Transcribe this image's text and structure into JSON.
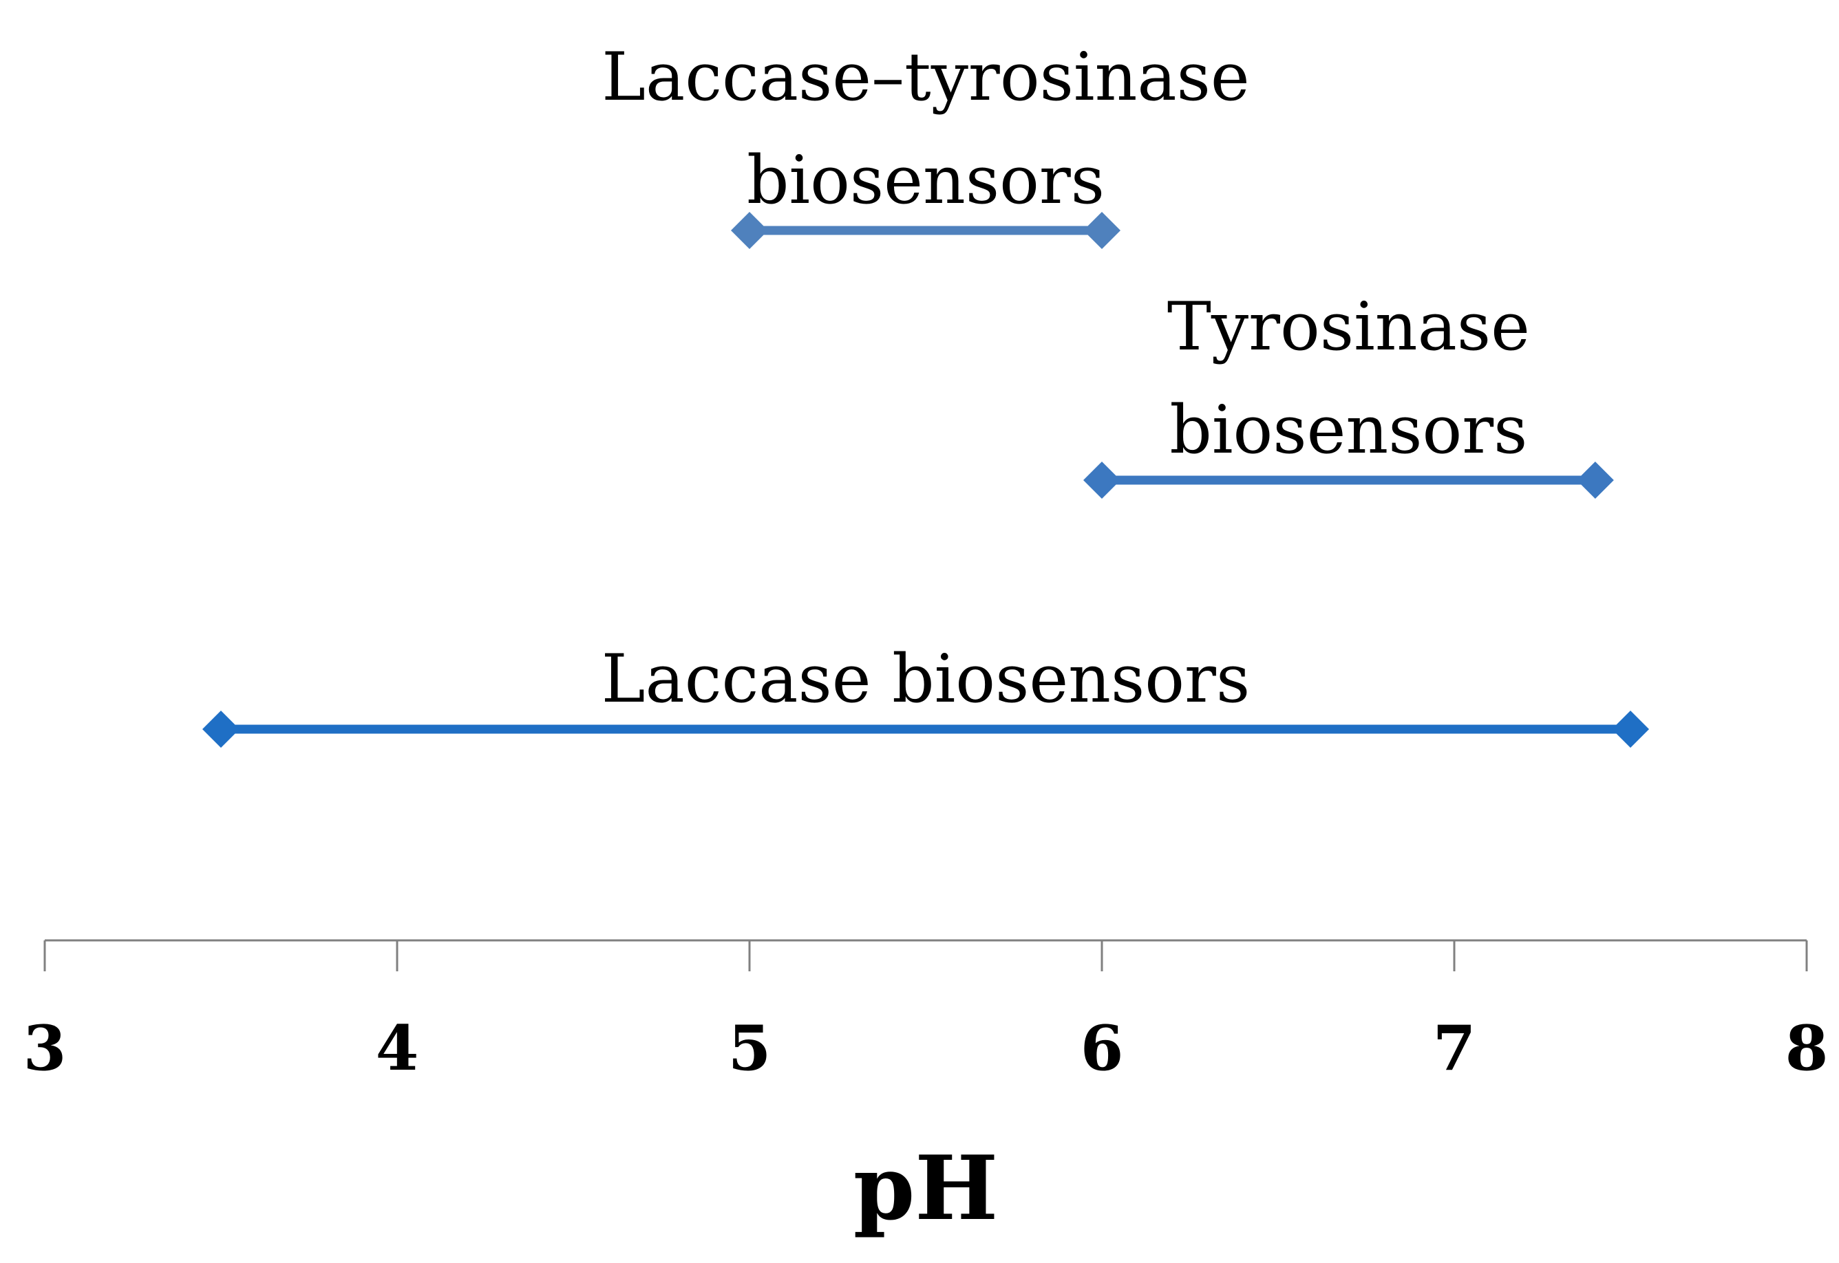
{
  "chart_data": {
    "type": "range",
    "xlabel": "pH",
    "xlim": [
      3,
      8
    ],
    "x_ticks": [
      "3",
      "4",
      "5",
      "6",
      "7",
      "8"
    ],
    "grid": false,
    "legend": "none",
    "series": [
      {
        "name": "Laccase–tyrosinase biosensors",
        "label_lines": [
          "Laccase–tyrosinase",
          "biosensors"
        ],
        "start": 5.0,
        "end": 6.0,
        "color": "#4F81BD"
      },
      {
        "name": "Tyrosinase biosensors",
        "label_lines": [
          "Tyrosinase",
          "biosensors"
        ],
        "start": 6.0,
        "end": 7.4,
        "color": "#3C78C0"
      },
      {
        "name": "Laccase biosensors",
        "label_lines": [
          "Laccase biosensors"
        ],
        "start": 3.5,
        "end": 7.5,
        "color": "#1F6FC5"
      }
    ]
  }
}
